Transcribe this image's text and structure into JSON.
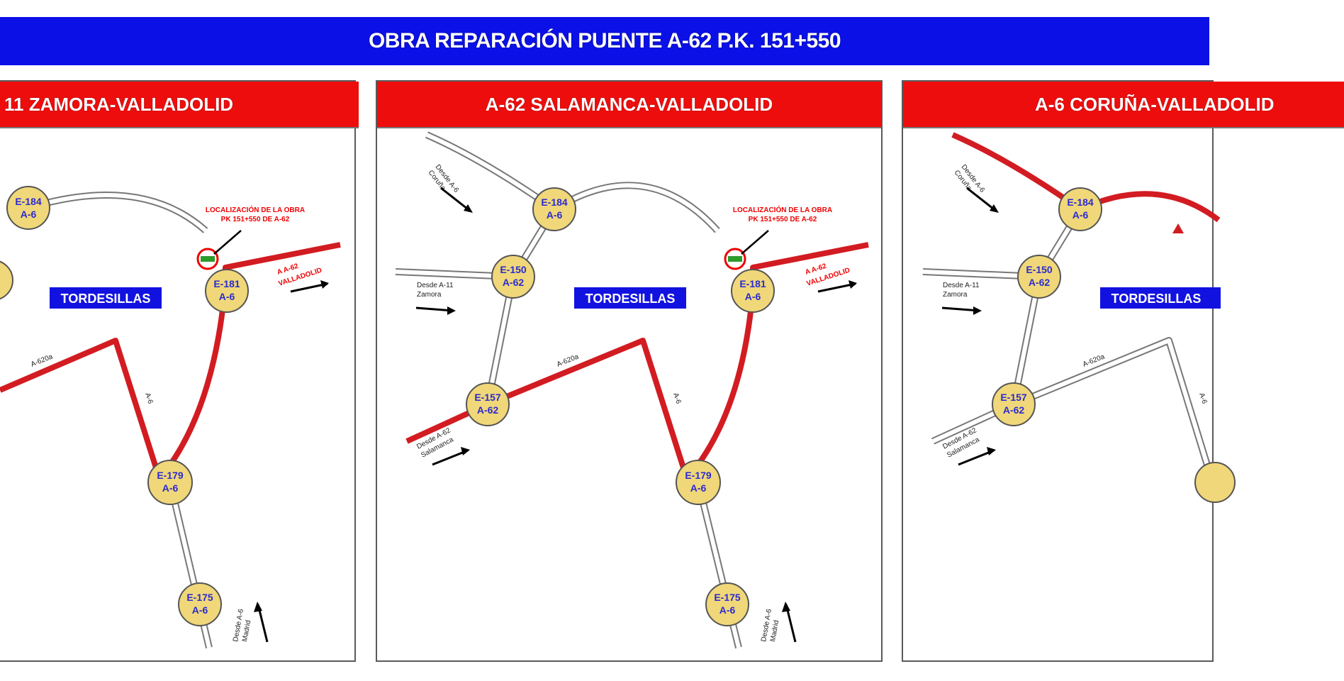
{
  "title": "OBRA REPARACIÓN PUENTE A-62 P.K. 151+550",
  "panels": [
    {
      "header": "11  ZAMORA-VALLADOLID",
      "town": "TORDESILLAS",
      "nodes": [
        {
          "l1": "E-184",
          "l2": "A-6"
        },
        {
          "l1": "E-181",
          "l2": "A-6"
        },
        {
          "l1": "E-179",
          "l2": "A-6"
        },
        {
          "l1": "E-175",
          "l2": "A-6"
        }
      ],
      "work_label": [
        "LOCALIZACIÓN DE LA OBRA",
        "PK 151+550 DE A-62"
      ],
      "dest": [
        "A A-62",
        "VALLADOLID"
      ],
      "road_a620": "A-620a",
      "road_a6": "A-6",
      "bottom_label": [
        "Desde A-6",
        "Madrid"
      ]
    },
    {
      "header": "A-62  SALAMANCA-VALLADOLID",
      "town": "TORDESILLAS",
      "nodes": [
        {
          "l1": "E-184",
          "l2": "A-6"
        },
        {
          "l1": "E-150",
          "l2": "A-62"
        },
        {
          "l1": "E-181",
          "l2": "A-6"
        },
        {
          "l1": "E-157",
          "l2": "A-62"
        },
        {
          "l1": "E-179",
          "l2": "A-6"
        },
        {
          "l1": "E-175",
          "l2": "A-6"
        }
      ],
      "work_label": [
        "LOCALIZACIÓN DE LA OBRA",
        "PK 151+550 DE A-62"
      ],
      "dest": [
        "A A-62",
        "VALLADOLID"
      ],
      "road_a620": "A-620a",
      "road_a6": "A-6",
      "label_coruna": [
        "Desde A-6",
        "Coruña"
      ],
      "label_zamora": [
        "Desde A-11",
        "Zamora"
      ],
      "label_salamanca": [
        "Desde A-62",
        "Salamanca"
      ],
      "bottom_label": [
        "Desde A-6",
        "Madrid"
      ]
    },
    {
      "header": "A-6  CORUÑA-VALLADOLID",
      "town": "TORDESILLAS",
      "nodes": [
        {
          "l1": "E-184",
          "l2": "A-6"
        },
        {
          "l1": "E-150",
          "l2": "A-62"
        },
        {
          "l1": "E-157",
          "l2": "A-62"
        }
      ],
      "road_a620": "A-620a",
      "road_a6": "A-6",
      "label_coruna": [
        "Desde A-6",
        "Coruña"
      ],
      "label_zamora": [
        "Desde A-11",
        "Zamora"
      ],
      "label_salamanca": [
        "Desde A-62",
        "Salamanca"
      ]
    }
  ],
  "colors": {
    "title_bg": "#0a10e6",
    "header_bg": "#ee0d0d",
    "route": "#d21c22",
    "node_fill": "#f0d779",
    "town_bg": "#1212e0"
  }
}
